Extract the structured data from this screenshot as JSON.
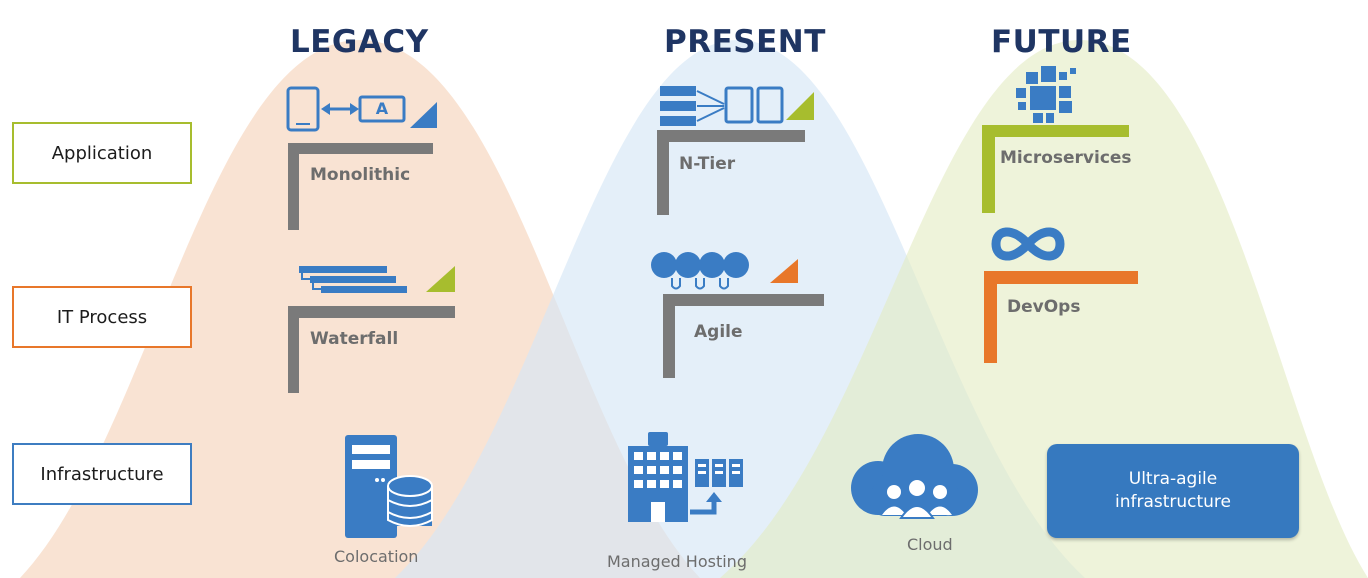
{
  "eras": {
    "legacy": "LEGACY",
    "present": "PRESENT",
    "future": "FUTURE"
  },
  "rows": {
    "application": "Application",
    "it_process": "IT Process",
    "infrastructure": "Infrastructure"
  },
  "items": {
    "monolithic": "Monolithic",
    "waterfall": "Waterfall",
    "n_tier": "N-Tier",
    "agile": "Agile",
    "microservices": "Microservices",
    "devops": "DevOps",
    "colocation": "Colocation",
    "managed_hosting": "Managed Hosting",
    "cloud": "Cloud",
    "ultra_agile": "Ultra-agile infrastructure",
    "app_letter": "A"
  },
  "colors": {
    "title": "#1f3563",
    "legacy_curve": "#f7d9c4",
    "present_curve": "#d6e6f6",
    "future_curve": "#e3ebc2",
    "application": "#a7bd2e",
    "it_process": "#e8772a",
    "infrastructure": "#3e7dc1",
    "bracket_gray": "#7a7a7a",
    "icon_blue": "#3a7cc4"
  }
}
